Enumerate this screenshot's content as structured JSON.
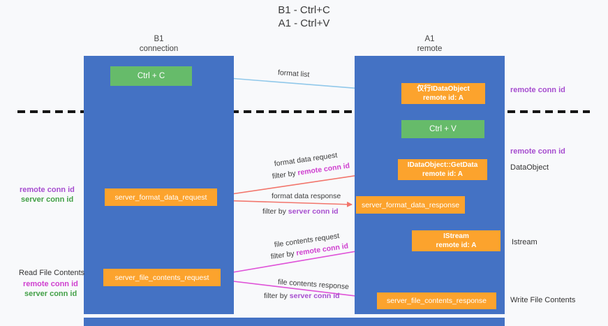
{
  "title": {
    "line1": "B1 - Ctrl+C",
    "line2": "A1 - Ctrl+V"
  },
  "lanes": {
    "left": {
      "title": "B1",
      "subtitle": "connection"
    },
    "right": {
      "title": "A1",
      "subtitle": "remote"
    }
  },
  "nodes": {
    "ctrl_c": "Ctrl + C",
    "ctrl_v": "Ctrl + V",
    "proxy_dataobject": {
      "line1": "仅行IDataObject",
      "line2": "remote id: A"
    },
    "getdata": {
      "line1": "IDataObject::GetData",
      "line2": "remote id: A"
    },
    "istream": {
      "line1": "IStream",
      "line2": "remote id: A"
    },
    "server_format_data_request": "server_format_data_request",
    "server_format_data_response": "server_format_data_response",
    "server_file_contents_request": "server_file_contents_request",
    "server_file_contents_response": "server_file_contents_response"
  },
  "arrow_labels": {
    "format_list": "format list",
    "format_data_request": "format data request",
    "format_data_response": "format data response",
    "file_contents_request": "file contents request",
    "file_contents_response": "file contents response",
    "filter_by": "filter by ",
    "remote_conn_id": "remote conn id",
    "server_conn_id": "server conn id"
  },
  "side_labels": {
    "remote_conn_id": "remote conn id",
    "server_conn_id": "server conn id",
    "dataobject": "DataObject",
    "istream": "Istream",
    "read_file_contents": "Read File Contents",
    "write_file_contents": "Write File Contents"
  },
  "colors": {
    "lane_blue": "#4472c4",
    "box_green": "#66bb6a",
    "box_orange": "#fca32d",
    "purple_text": "#a64dcf",
    "magenta_text": "#cf3fcf",
    "green_text": "#43a047",
    "arrow_blue": "#90c8ea",
    "arrow_red": "#f2756b",
    "arrow_magenta": "#df52d8",
    "arrow_black": "#1b1b1b"
  }
}
